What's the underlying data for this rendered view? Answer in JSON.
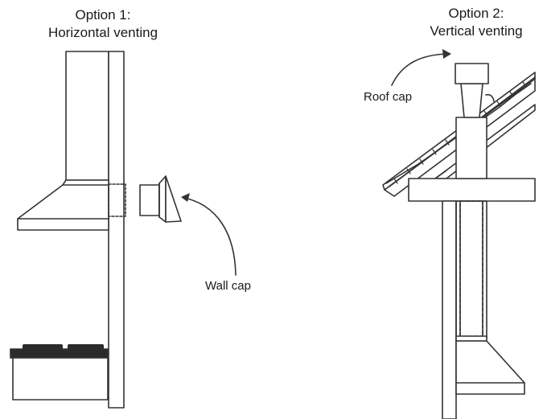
{
  "option1": {
    "title_line1": "Option 1:",
    "title_line2": "Horizontal venting",
    "callout": "Wall cap"
  },
  "option2": {
    "title_line1": "Option 2:",
    "title_line2": "Vertical venting",
    "callout": "Roof cap"
  },
  "colors": {
    "line": "#333333",
    "fill": "#ffffff",
    "cooktop": "#2b2b2b"
  }
}
